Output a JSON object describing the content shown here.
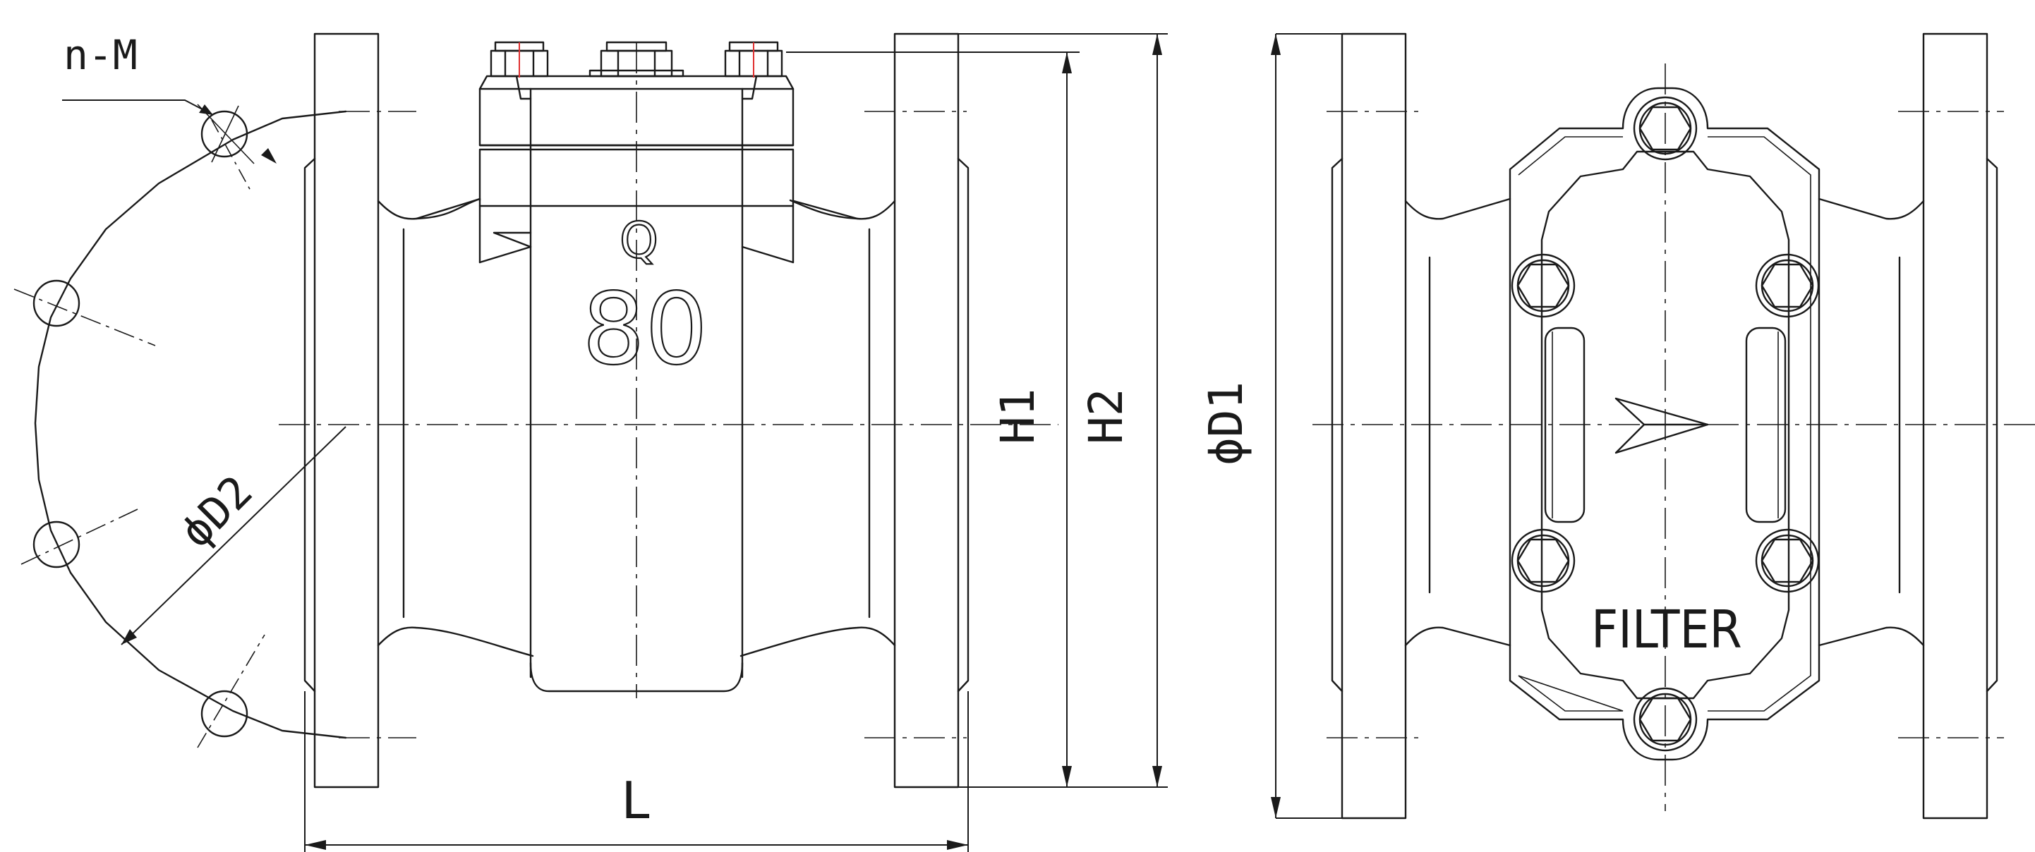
{
  "labels": {
    "bolt_note": "n-M",
    "length": "L",
    "height1": "H1",
    "height2": "H2",
    "flange_dia": "ϕD1",
    "bolt_circle": "ϕD2",
    "body_mark_letter": "Q",
    "body_mark_size": "80",
    "nameplate": "FILTER"
  },
  "colors": {
    "line": "#1a1a1a",
    "marker_red": "#e03030",
    "background": "#ffffff"
  }
}
